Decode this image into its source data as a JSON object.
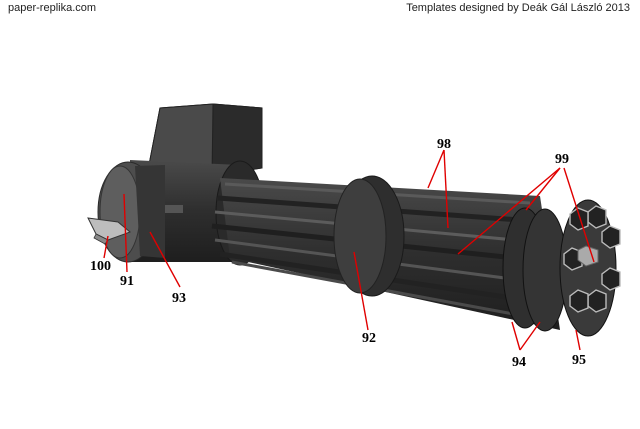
{
  "header": {
    "site": "paper-replika.com",
    "credit": "Templates designed by Deák Gál László 2013"
  },
  "part_labels": {
    "p91": "91",
    "p92": "92",
    "p93": "93",
    "p94": "94",
    "p95": "95",
    "p98": "98",
    "p99": "99",
    "p100": "100"
  },
  "colors": {
    "leader": "#e00000",
    "body_dark": "#2a2a2a",
    "body_mid": "#404040",
    "body_light": "#5a5a5a"
  }
}
